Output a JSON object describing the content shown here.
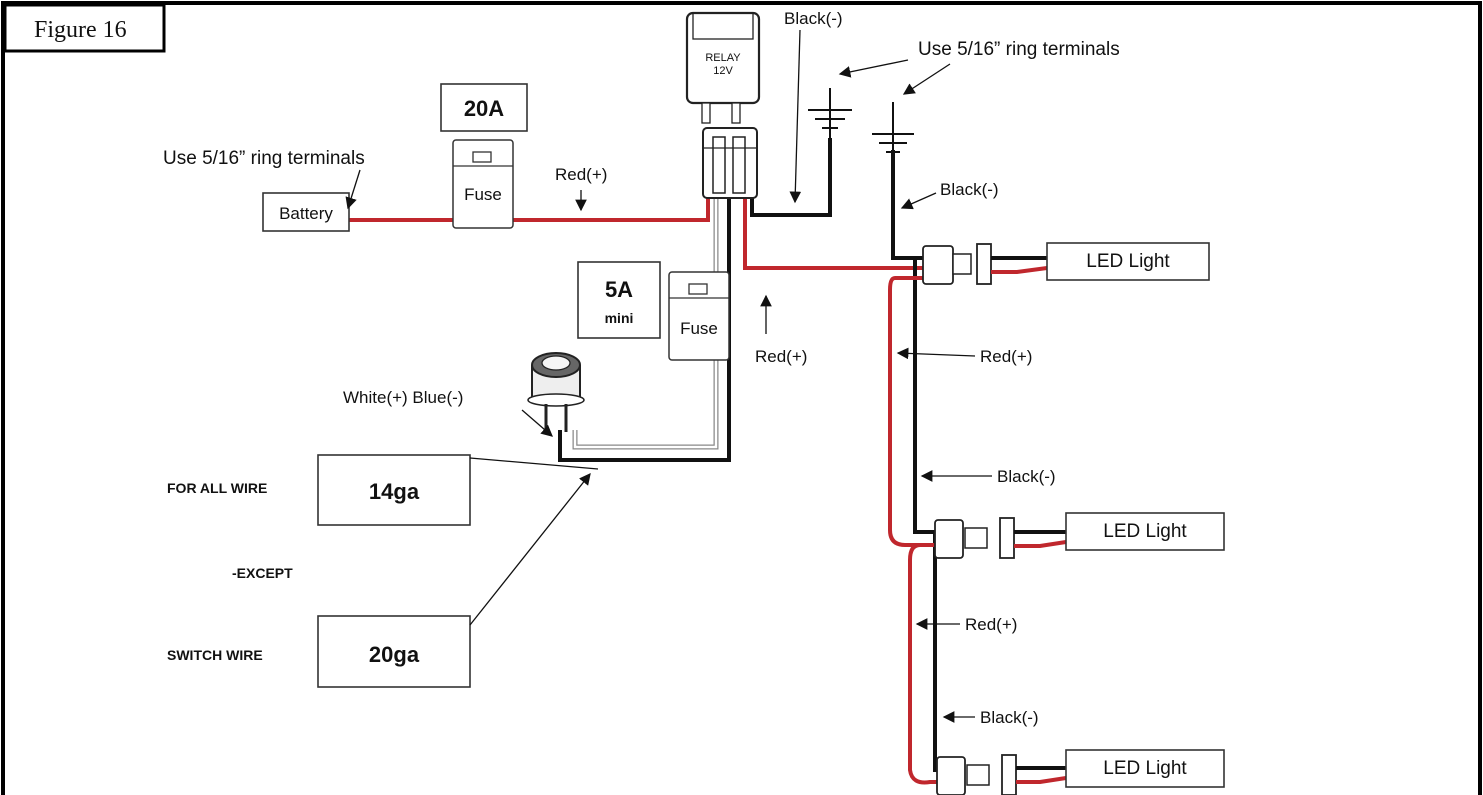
{
  "figure_label": "Figure 16",
  "relay": {
    "line1": "RELAY",
    "line2": "12V"
  },
  "battery_label": "Battery",
  "fuse_main": {
    "rating": "20A",
    "label": "Fuse"
  },
  "fuse_switch": {
    "rating": "5A",
    "sub": "mini",
    "label": "Fuse"
  },
  "ring_note_battery": "Use 5/16” ring terminals",
  "ring_note_ground": "Use 5/16” ring terminals",
  "wire_labels": {
    "red_top": "Red(+)",
    "red_relay": "Red(+)",
    "black_top": "Black(-)",
    "black_ground": "Black(-)",
    "switch_wires": "White(+) Blue(-)",
    "red_1": "Red(+)",
    "black_1": "Black(-)",
    "red_2": "Red(+)",
    "black_2": "Black(-)"
  },
  "led_lights": [
    "LED Light",
    "LED Light",
    "LED Light"
  ],
  "gauge": {
    "all_label": "FOR ALL WIRE",
    "all_value": "14ga",
    "except_label": "-EXCEPT",
    "switch_label": "SWITCH WIRE",
    "switch_value": "20ga"
  },
  "colors": {
    "red_wire": "#c0272d",
    "black_wire": "#111111",
    "frame": "#000000"
  }
}
